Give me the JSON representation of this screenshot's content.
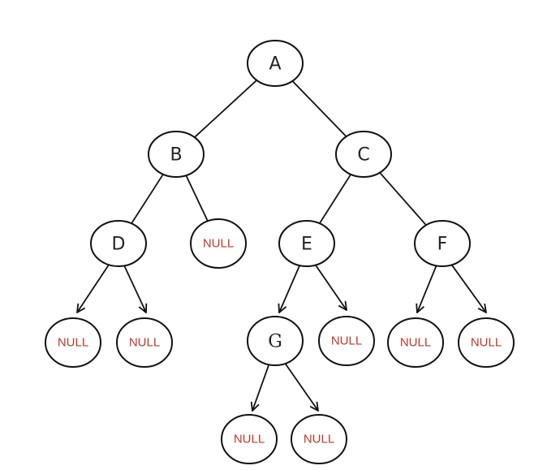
{
  "diagram": {
    "null_color": "#c0392b",
    "nodes": [
      {
        "id": "A",
        "label": "A"
      },
      {
        "id": "B",
        "label": "B"
      },
      {
        "id": "C",
        "label": "C"
      },
      {
        "id": "D",
        "label": "D"
      },
      {
        "id": "B_null",
        "label": "NULL"
      },
      {
        "id": "E",
        "label": "E"
      },
      {
        "id": "F",
        "label": "F"
      },
      {
        "id": "D_left_null",
        "label": "NULL"
      },
      {
        "id": "D_right_null",
        "label": "NULL"
      },
      {
        "id": "G",
        "label": "G"
      },
      {
        "id": "E_right_null",
        "label": "NULL"
      },
      {
        "id": "F_left_null",
        "label": "NULL"
      },
      {
        "id": "F_right_null",
        "label": "NULL"
      },
      {
        "id": "G_left_null",
        "label": "NULL"
      },
      {
        "id": "G_right_null",
        "label": "NULL"
      }
    ],
    "edges": [
      {
        "from": "A",
        "to": "B",
        "arrow": false
      },
      {
        "from": "A",
        "to": "C",
        "arrow": false
      },
      {
        "from": "B",
        "to": "D",
        "arrow": false
      },
      {
        "from": "B",
        "to": "B_null",
        "arrow": false
      },
      {
        "from": "C",
        "to": "E",
        "arrow": false
      },
      {
        "from": "C",
        "to": "F",
        "arrow": false
      },
      {
        "from": "D",
        "to": "D_left_null",
        "arrow": true
      },
      {
        "from": "D",
        "to": "D_right_null",
        "arrow": true
      },
      {
        "from": "E",
        "to": "G",
        "arrow": true
      },
      {
        "from": "E",
        "to": "E_right_null",
        "arrow": true
      },
      {
        "from": "F",
        "to": "F_left_null",
        "arrow": true
      },
      {
        "from": "F",
        "to": "F_right_null",
        "arrow": true
      },
      {
        "from": "G",
        "to": "G_left_null",
        "arrow": true
      },
      {
        "from": "G",
        "to": "G_right_null",
        "arrow": true
      }
    ]
  }
}
